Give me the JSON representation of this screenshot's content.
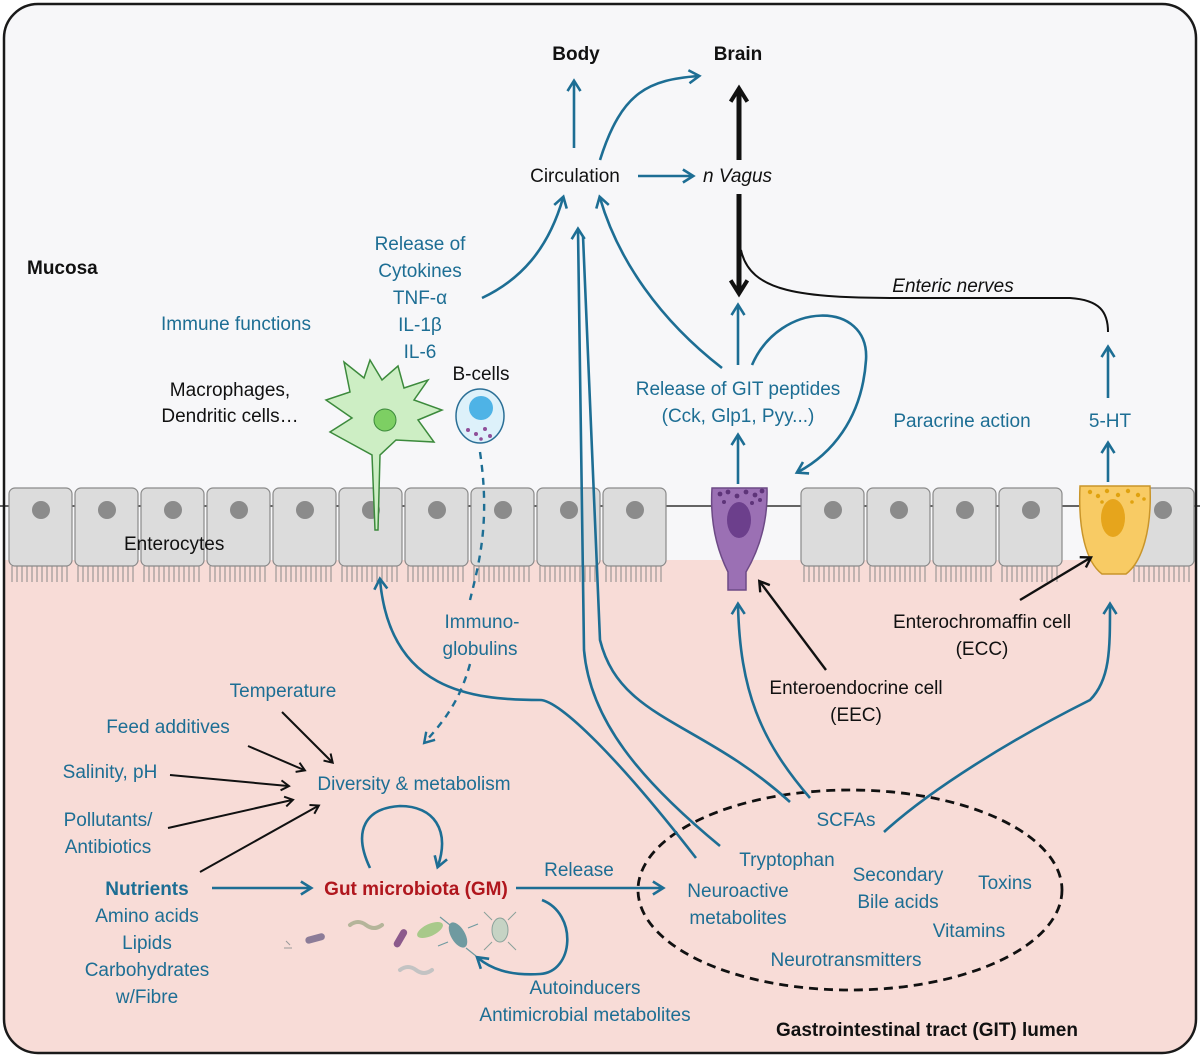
{
  "regions": {
    "mucosa": "Mucosa",
    "lumen": "Gastrointestinal tract (GIT) lumen"
  },
  "targets": {
    "body": "Body",
    "brain": "Brain",
    "circulation": "Circulation",
    "vagus_prefix": "n",
    "vagus": "Vagus",
    "enteric_nerves": "Enteric nerves"
  },
  "immune": {
    "functions": "Immune functions",
    "macrophages_line1": "Macrophages,",
    "macrophages_line2": "Dendritic cells…",
    "b_cells": "B-cells",
    "cytokines": [
      "Release of",
      "Cytokines",
      "TNF-α",
      "IL-1β",
      "IL-6"
    ],
    "immunoglobulins": [
      "Immuno-",
      "globulins"
    ]
  },
  "epithelium": {
    "enterocytes": "Enterocytes",
    "git_peptides": [
      "Release of GIT peptides",
      "(Cck, Glp1, Pyy...)"
    ],
    "paracrine": "Paracrine action",
    "serotonin": "5-HT",
    "ecc": [
      "Enterochromaffin cell",
      "(ECC)"
    ],
    "eec": [
      "Enteroendocrine cell",
      "(EEC)"
    ]
  },
  "factors": {
    "temperature": "Temperature",
    "feed_additives": "Feed additives",
    "salinity": "Salinity, pH",
    "pollutants": [
      "Pollutants/",
      "Antibiotics"
    ],
    "nutrients_title": "Nutrients",
    "nutrients": [
      "Amino acids",
      "Lipids",
      "Carbohydrates",
      "w/Fibre"
    ]
  },
  "microbiota": {
    "diversity": "Diversity & metabolism",
    "gut_microbiota": "Gut microbiota (GM)",
    "release": "Release",
    "autoinducers": [
      "Autoinducers",
      "Antimicrobial metabolites"
    ]
  },
  "metabolites": {
    "scfas": "SCFAs",
    "tryptophan": "Tryptophan",
    "neuroactive": [
      "Neuroactive",
      "metabolites"
    ],
    "secondary_bile": [
      "Secondary",
      "Bile acids"
    ],
    "toxins": "Toxins",
    "vitamins": "Vitamins",
    "neurotransmitters": "Neurotransmitters"
  },
  "colors": {
    "blue_text": "#1d6e94",
    "red_text": "#b0161d",
    "lumen_bg": "#f8dcd7",
    "mucosa_bg": "#f7f7f9",
    "eec_purple": "#9b70b4",
    "ecc_yellow": "#f8cb64",
    "macrophage_green": "#cdeec4",
    "bcell_blue": "#7fc8ea"
  }
}
